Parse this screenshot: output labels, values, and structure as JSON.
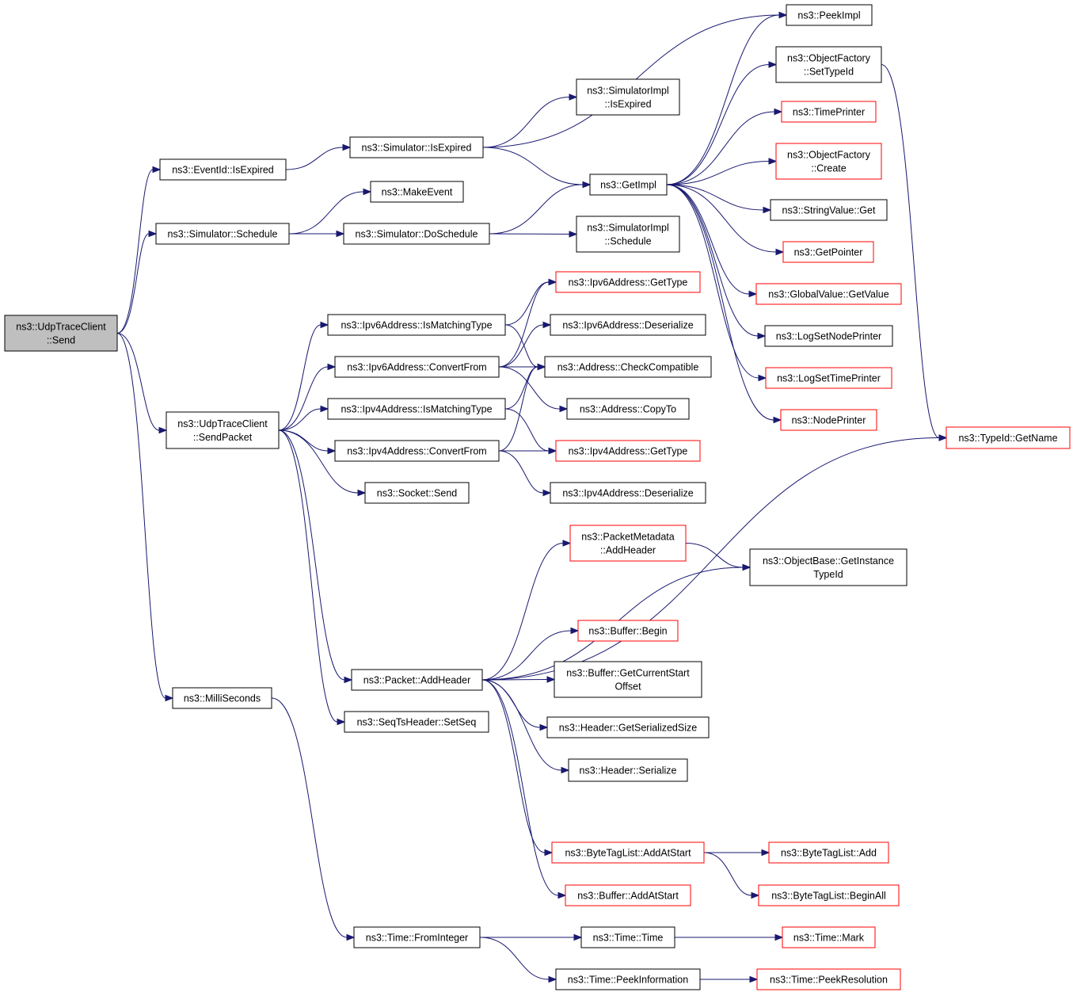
{
  "graph": {
    "kind": "call-graph",
    "colors": {
      "edge": "#191970",
      "root_fill": "#bfbfbf",
      "normal_border": "#000000",
      "truncated_border": "#ff0000"
    },
    "nodes": [
      {
        "id": "send",
        "lines": [
          "ns3::UdpTraceClient",
          "::Send"
        ],
        "style": "root"
      },
      {
        "id": "eventid_isexpired",
        "lines": [
          "ns3::EventId::IsExpired"
        ],
        "style": "normal"
      },
      {
        "id": "sim_schedule",
        "lines": [
          "ns3::Simulator::Schedule"
        ],
        "style": "normal"
      },
      {
        "id": "sendpacket",
        "lines": [
          "ns3::UdpTraceClient",
          "::SendPacket"
        ],
        "style": "normal"
      },
      {
        "id": "milliseconds",
        "lines": [
          "ns3::MilliSeconds"
        ],
        "style": "normal"
      },
      {
        "id": "sim_isexpired",
        "lines": [
          "ns3::Simulator::IsExpired"
        ],
        "style": "normal"
      },
      {
        "id": "makeevent",
        "lines": [
          "ns3::MakeEvent"
        ],
        "style": "normal"
      },
      {
        "id": "sim_doschedule",
        "lines": [
          "ns3::Simulator::DoSchedule"
        ],
        "style": "normal"
      },
      {
        "id": "ipv6_ismatching",
        "lines": [
          "ns3::Ipv6Address::IsMatchingType"
        ],
        "style": "normal"
      },
      {
        "id": "ipv6_convert",
        "lines": [
          "ns3::Ipv6Address::ConvertFrom"
        ],
        "style": "normal"
      },
      {
        "id": "ipv4_ismatching",
        "lines": [
          "ns3::Ipv4Address::IsMatchingType"
        ],
        "style": "normal"
      },
      {
        "id": "ipv4_convert",
        "lines": [
          "ns3::Ipv4Address::ConvertFrom"
        ],
        "style": "normal"
      },
      {
        "id": "socket_send",
        "lines": [
          "ns3::Socket::Send"
        ],
        "style": "normal"
      },
      {
        "id": "packet_addheader",
        "lines": [
          "ns3::Packet::AddHeader"
        ],
        "style": "normal"
      },
      {
        "id": "seqts_setseq",
        "lines": [
          "ns3::SeqTsHeader::SetSeq"
        ],
        "style": "normal"
      },
      {
        "id": "time_frominteger",
        "lines": [
          "ns3::Time::FromInteger"
        ],
        "style": "normal"
      },
      {
        "id": "simimpl_isexpired",
        "lines": [
          "ns3::SimulatorImpl",
          "::IsExpired"
        ],
        "style": "normal"
      },
      {
        "id": "getimpl",
        "lines": [
          "ns3::GetImpl"
        ],
        "style": "normal"
      },
      {
        "id": "simimpl_schedule",
        "lines": [
          "ns3::SimulatorImpl",
          "::Schedule"
        ],
        "style": "normal"
      },
      {
        "id": "ipv6_gettype",
        "lines": [
          "ns3::Ipv6Address::GetType"
        ],
        "style": "truncated"
      },
      {
        "id": "ipv6_deserialize",
        "lines": [
          "ns3::Ipv6Address::Deserialize"
        ],
        "style": "normal"
      },
      {
        "id": "addr_checkcompat",
        "lines": [
          "ns3::Address::CheckCompatible"
        ],
        "style": "normal"
      },
      {
        "id": "addr_copyto",
        "lines": [
          "ns3::Address::CopyTo"
        ],
        "style": "normal"
      },
      {
        "id": "ipv4_gettype",
        "lines": [
          "ns3::Ipv4Address::GetType"
        ],
        "style": "truncated"
      },
      {
        "id": "ipv4_deserialize",
        "lines": [
          "ns3::Ipv4Address::Deserialize"
        ],
        "style": "normal"
      },
      {
        "id": "pktmeta_addheader",
        "lines": [
          "ns3::PacketMetadata",
          "::AddHeader"
        ],
        "style": "truncated"
      },
      {
        "id": "buffer_begin",
        "lines": [
          "ns3::Buffer::Begin"
        ],
        "style": "truncated"
      },
      {
        "id": "buffer_getcurrentstart",
        "lines": [
          "ns3::Buffer::GetCurrentStart",
          "Offset"
        ],
        "style": "normal"
      },
      {
        "id": "header_getserializedsize",
        "lines": [
          "ns3::Header::GetSerializedSize"
        ],
        "style": "normal"
      },
      {
        "id": "header_serialize",
        "lines": [
          "ns3::Header::Serialize"
        ],
        "style": "normal"
      },
      {
        "id": "bytetaglist_addatstart",
        "lines": [
          "ns3::ByteTagList::AddAtStart"
        ],
        "style": "truncated"
      },
      {
        "id": "buffer_addatstart",
        "lines": [
          "ns3::Buffer::AddAtStart"
        ],
        "style": "truncated"
      },
      {
        "id": "time_time",
        "lines": [
          "ns3::Time::Time"
        ],
        "style": "normal"
      },
      {
        "id": "time_peekinformation",
        "lines": [
          "ns3::Time::PeekInformation"
        ],
        "style": "normal"
      },
      {
        "id": "peekimpl",
        "lines": [
          "ns3::PeekImpl"
        ],
        "style": "normal"
      },
      {
        "id": "objfactory_settypeid",
        "lines": [
          "ns3::ObjectFactory",
          "::SetTypeId"
        ],
        "style": "normal"
      },
      {
        "id": "timeprinter",
        "lines": [
          "ns3::TimePrinter"
        ],
        "style": "truncated"
      },
      {
        "id": "objfactory_create",
        "lines": [
          "ns3::ObjectFactory",
          "::Create"
        ],
        "style": "truncated"
      },
      {
        "id": "stringvalue_get",
        "lines": [
          "ns3::StringValue::Get"
        ],
        "style": "normal"
      },
      {
        "id": "getpointer",
        "lines": [
          "ns3::GetPointer"
        ],
        "style": "truncated"
      },
      {
        "id": "globalvalue_getvalue",
        "lines": [
          "ns3::GlobalValue::GetValue"
        ],
        "style": "truncated"
      },
      {
        "id": "logsetnodeprinter",
        "lines": [
          "ns3::LogSetNodePrinter"
        ],
        "style": "normal"
      },
      {
        "id": "logsettimeprinter",
        "lines": [
          "ns3::LogSetTimePrinter"
        ],
        "style": "truncated"
      },
      {
        "id": "nodeprinter",
        "lines": [
          "ns3::NodePrinter"
        ],
        "style": "truncated"
      },
      {
        "id": "objbase_getinstancetypeid",
        "lines": [
          "ns3::ObjectBase::GetInstance",
          "TypeId"
        ],
        "style": "normal"
      },
      {
        "id": "bytetaglist_add",
        "lines": [
          "ns3::ByteTagList::Add"
        ],
        "style": "truncated"
      },
      {
        "id": "bytetaglist_beginall",
        "lines": [
          "ns3::ByteTagList::BeginAll"
        ],
        "style": "truncated"
      },
      {
        "id": "time_mark",
        "lines": [
          "ns3::Time::Mark"
        ],
        "style": "truncated"
      },
      {
        "id": "time_peekresolution",
        "lines": [
          "ns3::Time::PeekResolution"
        ],
        "style": "truncated"
      },
      {
        "id": "typeid_getname",
        "lines": [
          "ns3::TypeId::GetName"
        ],
        "style": "truncated"
      }
    ],
    "edges": [
      [
        "send",
        "eventid_isexpired"
      ],
      [
        "send",
        "sim_schedule"
      ],
      [
        "send",
        "sendpacket"
      ],
      [
        "send",
        "milliseconds"
      ],
      [
        "eventid_isexpired",
        "sim_isexpired"
      ],
      [
        "sim_schedule",
        "makeevent"
      ],
      [
        "sim_schedule",
        "sim_doschedule"
      ],
      [
        "sim_isexpired",
        "simimpl_isexpired"
      ],
      [
        "sim_isexpired",
        "getimpl"
      ],
      [
        "sim_isexpired",
        "peekimpl"
      ],
      [
        "sim_doschedule",
        "getimpl"
      ],
      [
        "sim_doschedule",
        "simimpl_schedule"
      ],
      [
        "getimpl",
        "peekimpl"
      ],
      [
        "getimpl",
        "objfactory_settypeid"
      ],
      [
        "getimpl",
        "timeprinter"
      ],
      [
        "getimpl",
        "objfactory_create"
      ],
      [
        "getimpl",
        "stringvalue_get"
      ],
      [
        "getimpl",
        "getpointer"
      ],
      [
        "getimpl",
        "globalvalue_getvalue"
      ],
      [
        "getimpl",
        "logsetnodeprinter"
      ],
      [
        "getimpl",
        "logsettimeprinter"
      ],
      [
        "getimpl",
        "nodeprinter"
      ],
      [
        "objfactory_settypeid",
        "typeid_getname"
      ],
      [
        "sendpacket",
        "ipv6_ismatching"
      ],
      [
        "sendpacket",
        "ipv6_convert"
      ],
      [
        "sendpacket",
        "ipv4_ismatching"
      ],
      [
        "sendpacket",
        "ipv4_convert"
      ],
      [
        "sendpacket",
        "socket_send"
      ],
      [
        "sendpacket",
        "packet_addheader"
      ],
      [
        "sendpacket",
        "seqts_setseq"
      ],
      [
        "ipv6_ismatching",
        "ipv6_gettype"
      ],
      [
        "ipv6_ismatching",
        "addr_checkcompat"
      ],
      [
        "ipv6_convert",
        "ipv6_gettype"
      ],
      [
        "ipv6_convert",
        "ipv6_deserialize"
      ],
      [
        "ipv6_convert",
        "addr_checkcompat"
      ],
      [
        "ipv6_convert",
        "addr_copyto"
      ],
      [
        "ipv4_ismatching",
        "addr_checkcompat"
      ],
      [
        "ipv4_ismatching",
        "ipv4_gettype"
      ],
      [
        "ipv4_convert",
        "addr_checkcompat"
      ],
      [
        "ipv4_convert",
        "ipv4_gettype"
      ],
      [
        "ipv4_convert",
        "ipv4_deserialize"
      ],
      [
        "packet_addheader",
        "pktmeta_addheader"
      ],
      [
        "packet_addheader",
        "objbase_getinstancetypeid"
      ],
      [
        "packet_addheader",
        "buffer_begin"
      ],
      [
        "packet_addheader",
        "buffer_getcurrentstart"
      ],
      [
        "packet_addheader",
        "header_getserializedsize"
      ],
      [
        "packet_addheader",
        "header_serialize"
      ],
      [
        "packet_addheader",
        "typeid_getname"
      ],
      [
        "packet_addheader",
        "bytetaglist_addatstart"
      ],
      [
        "packet_addheader",
        "buffer_addatstart"
      ],
      [
        "pktmeta_addheader",
        "objbase_getinstancetypeid"
      ],
      [
        "bytetaglist_addatstart",
        "bytetaglist_add"
      ],
      [
        "bytetaglist_addatstart",
        "bytetaglist_beginall"
      ],
      [
        "milliseconds",
        "time_frominteger"
      ],
      [
        "time_frominteger",
        "time_time"
      ],
      [
        "time_frominteger",
        "time_peekinformation"
      ],
      [
        "time_time",
        "time_mark"
      ],
      [
        "time_peekinformation",
        "time_peekresolution"
      ]
    ]
  }
}
